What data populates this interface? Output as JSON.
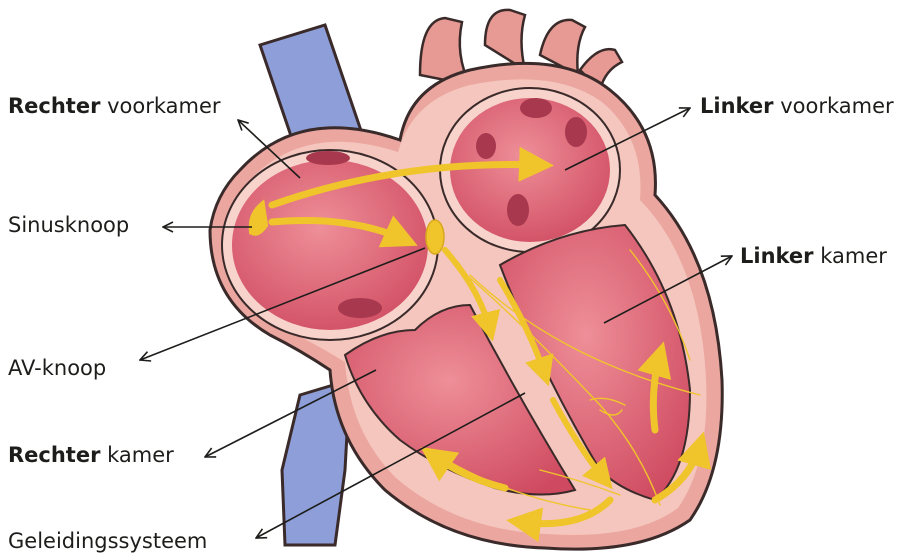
{
  "labels": {
    "rechter_voorkamer": {
      "bold": "Rechter",
      "rest": " voorkamer"
    },
    "linker_voorkamer": {
      "bold": "Linker",
      "rest": " voorkamer"
    },
    "sinusknoop": {
      "text": "Sinusknoop"
    },
    "linker_kamer": {
      "bold": "Linker",
      "rest": " kamer"
    },
    "av_knoop": {
      "text": "AV-knoop"
    },
    "rechter_kamer": {
      "bold": "Rechter",
      "rest": " kamer"
    },
    "geleidingssysteem": {
      "text": "Geleidingssysteem"
    }
  },
  "colors": {
    "vein": "#8e9ed8",
    "heart_outer": "#eba6a0",
    "heart_wall": "#f4c6bd",
    "chamber": "#d75c6e",
    "chamber_dark": "#a8384e",
    "conduction": "#f0c42b",
    "outline": "#3a2a2a"
  }
}
